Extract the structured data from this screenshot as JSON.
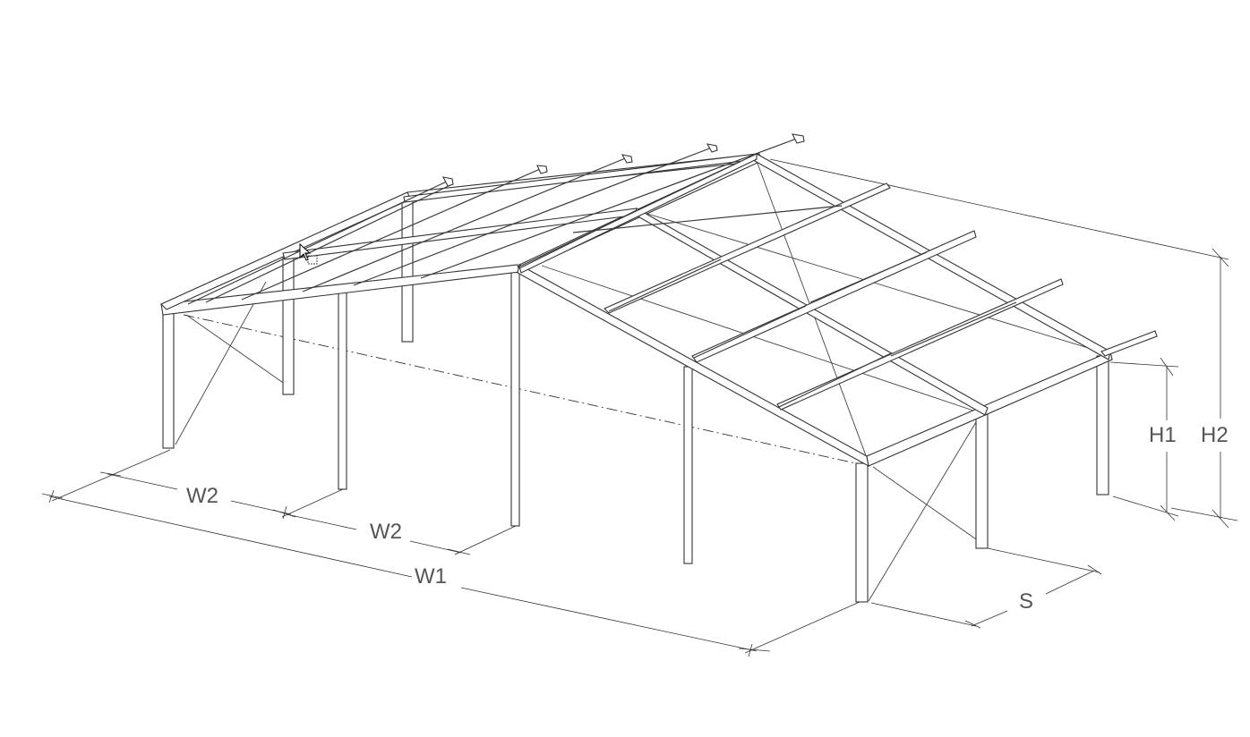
{
  "diagram": {
    "labels": {
      "w2_left": "W2",
      "w2_right": "W2",
      "w1": "W1",
      "s": "S",
      "h1": "H1",
      "h2": "H2"
    },
    "icons": [
      "mouse-pointer-icon",
      "selection-box-icon"
    ]
  }
}
